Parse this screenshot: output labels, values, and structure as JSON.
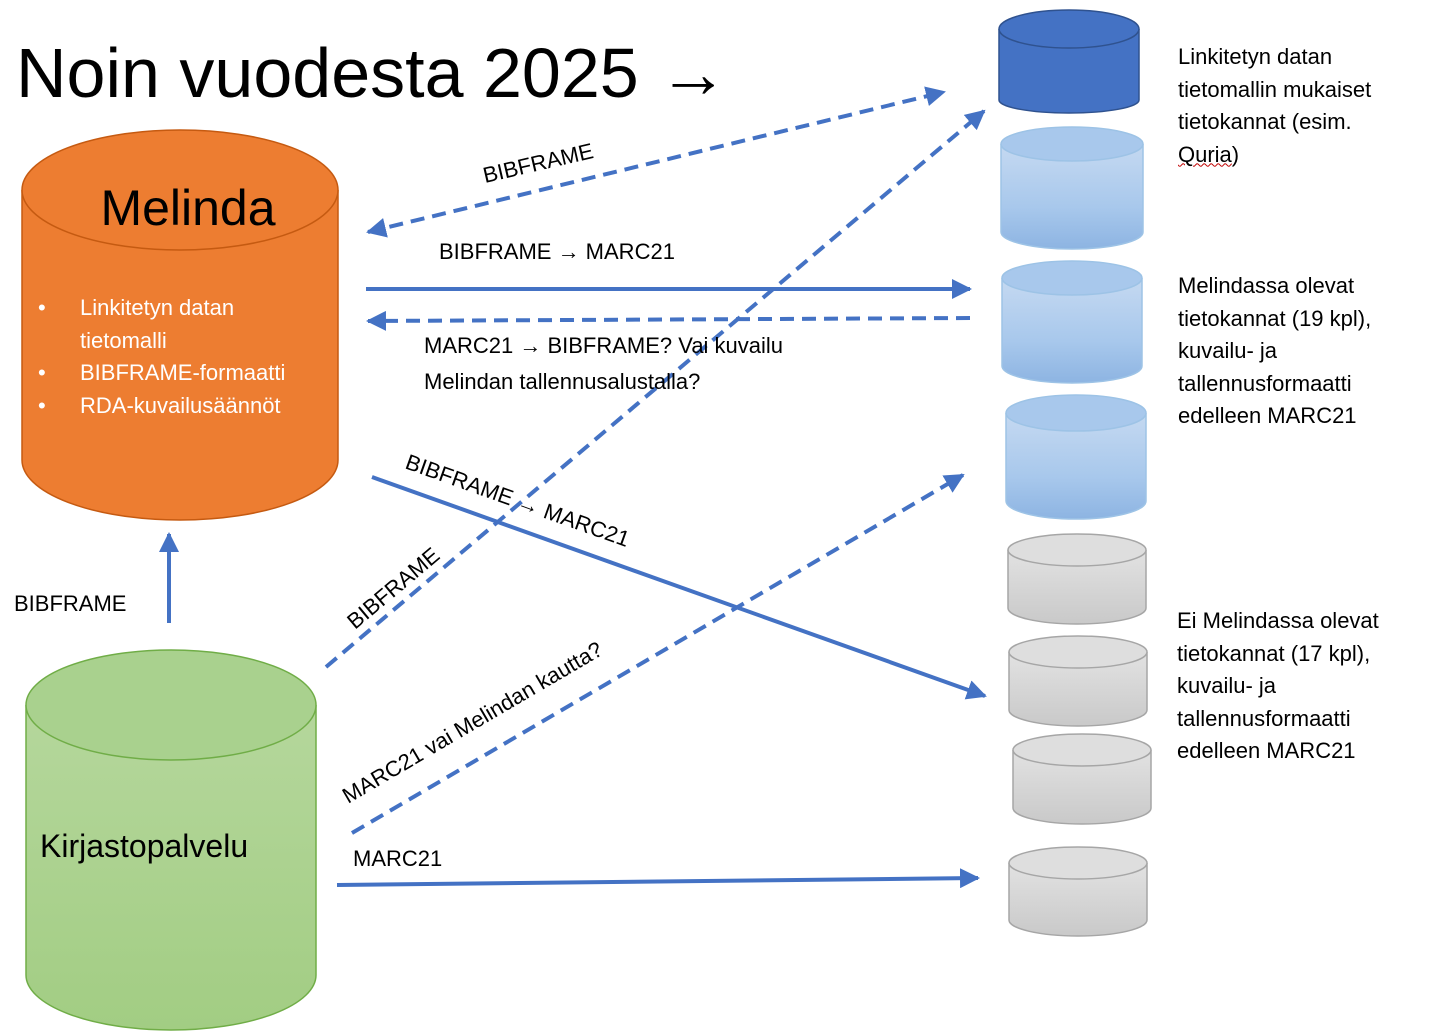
{
  "title": "Noin vuodesta 2025 →",
  "melinda": {
    "name": "Melinda",
    "bullets": [
      "Linkitetyn datan tietomalli",
      "BIBFRAME-formaatti",
      "RDA-kuvailusäännöt"
    ]
  },
  "kirjastopalvelu": {
    "name": "Kirjastopalvelu"
  },
  "arrow_labels": {
    "kirjasto_to_melinda": "BIBFRAME",
    "melinda_dark_bidirectional": "BIBFRAME",
    "melinda_to_blue": "BIBFRAME → MARC21",
    "blue_to_melinda_line1": "MARC21 → BIBFRAME? Vai kuvailu",
    "blue_to_melinda_line2": "Melindan tallennusalustalla?",
    "melinda_to_gray": "BIBFRAME → MARC21",
    "kirjasto_to_dark": "BIBFRAME",
    "kirjasto_to_blue": "MARC21 vai Melindan kautta?",
    "kirjasto_to_gray": "MARC21"
  },
  "right_labels": {
    "linked_data": {
      "text": "Linkitetyn datan tietomallin mukaiset tietokannat (esim.",
      "underlined": "Quria",
      "suffix": ")"
    },
    "in_melinda": "Melindassa olevat tietokannat (19 kpl), kuvailu- ja tallennusformaatti edelleen MARC21",
    "not_in_melinda": "Ei Melindassa olevat tietokannat (17 kpl), kuvailu- ja tallennusformaatti edelleen MARC21"
  },
  "colors": {
    "arrow": "#4472c4",
    "melinda_fill": "#ed7d31",
    "kirjasto_fill": "#a9d18e",
    "linked_db": "#4472c4",
    "melinda_db": "#9dc3e6",
    "other_db": "#d0d0d0"
  }
}
